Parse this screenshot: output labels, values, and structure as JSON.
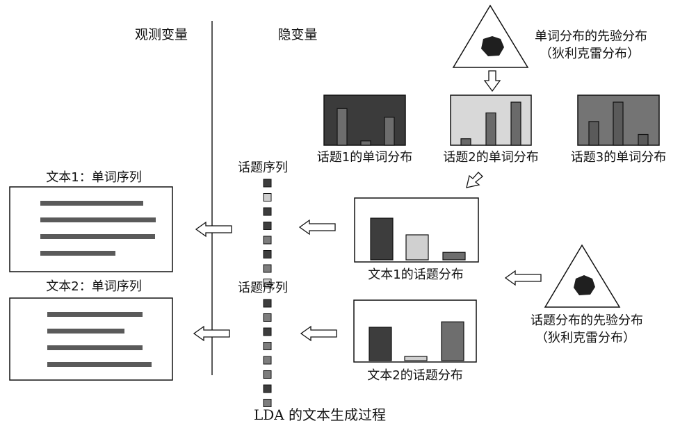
{
  "headers": {
    "observed": "观测变量",
    "latent": "隐变量"
  },
  "word_prior": {
    "line1": "单词分布的先验分布",
    "line2": "（狄利克雷分布）"
  },
  "topic_prior": {
    "line1": "话题分布的先验分布",
    "line2": "（狄利克雷分布）"
  },
  "topics": [
    {
      "label": "话题1的单词分布",
      "bars": [
        0.85,
        0.1,
        0.65
      ]
    },
    {
      "label": "话题2的单词分布",
      "bars": [
        0.15,
        0.75,
        1.0
      ]
    },
    {
      "label": "话题3的单词分布",
      "bars": [
        0.55,
        1.0,
        0.25
      ]
    }
  ],
  "documents": [
    {
      "title": "文本1：单词序列",
      "seq_label": "话题序列",
      "dist_label": "文本1的话题分布",
      "dist_bars": [
        1.0,
        0.6,
        0.18
      ],
      "seq_tones": [
        "dark",
        "light",
        "dark",
        "dark",
        "mid",
        "dark",
        "mid",
        "light"
      ]
    },
    {
      "title": "文本2：单词序列",
      "seq_label": "话题序列",
      "dist_label": "文本2的话题分布",
      "dist_bars": [
        0.8,
        0.1,
        0.93
      ],
      "seq_tones": [
        "dark",
        "mid",
        "dark",
        "mid",
        "mid",
        "mid",
        "dark",
        "mid"
      ]
    }
  ],
  "caption": "LDA 的文本生成过程",
  "colors": {
    "dark": "#3d3d3d",
    "mid": "#7d7d7d",
    "light": "#cfcfcf",
    "topic_panel": [
      "#3b3b3b",
      "#d8d8d8",
      "#747474"
    ]
  }
}
